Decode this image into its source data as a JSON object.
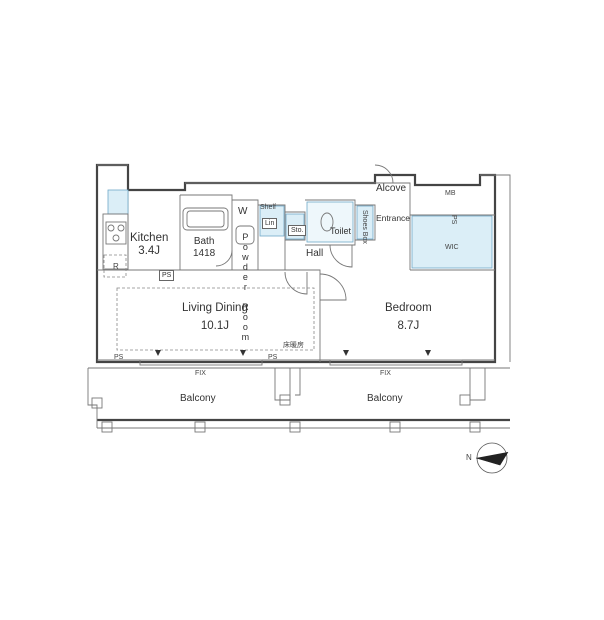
{
  "rooms": {
    "kitchen": {
      "name": "Kitchen",
      "size": "3.4J"
    },
    "bath": {
      "name": "Bath",
      "size": "1418"
    },
    "powder_room": {
      "name": "Powder Room"
    },
    "washer": {
      "name": "W"
    },
    "shelf": {
      "name": "Shelf"
    },
    "linen": {
      "name": "Lin"
    },
    "storage": {
      "name": "Sto."
    },
    "toilet": {
      "name": "Toilet"
    },
    "shoes_box": {
      "name": "Shoes Box"
    },
    "entrance": {
      "name": "Entrance"
    },
    "alcove": {
      "name": "Alcove"
    },
    "meter_box": {
      "name": "MB"
    },
    "hall": {
      "name": "Hall"
    },
    "wic": {
      "name": "WIC"
    },
    "living_dining": {
      "name": "Living Dining",
      "size": "10.1J"
    },
    "bedroom": {
      "name": "Bedroom",
      "size": "8.7J"
    },
    "balcony_left": {
      "name": "Balcony"
    },
    "balcony_right": {
      "name": "Balcony"
    }
  },
  "markers": {
    "ps_kitchen": "PS",
    "ps_left": "PS",
    "ps_right": "PS",
    "ps_wic": "PS",
    "refrigerator": "R",
    "floor_heating": "床暖房",
    "fix_left": "FIX",
    "fix_right": "FIX",
    "north": "N"
  },
  "colors": {
    "wet_area": "#dbeef7",
    "wall": "#444444"
  }
}
